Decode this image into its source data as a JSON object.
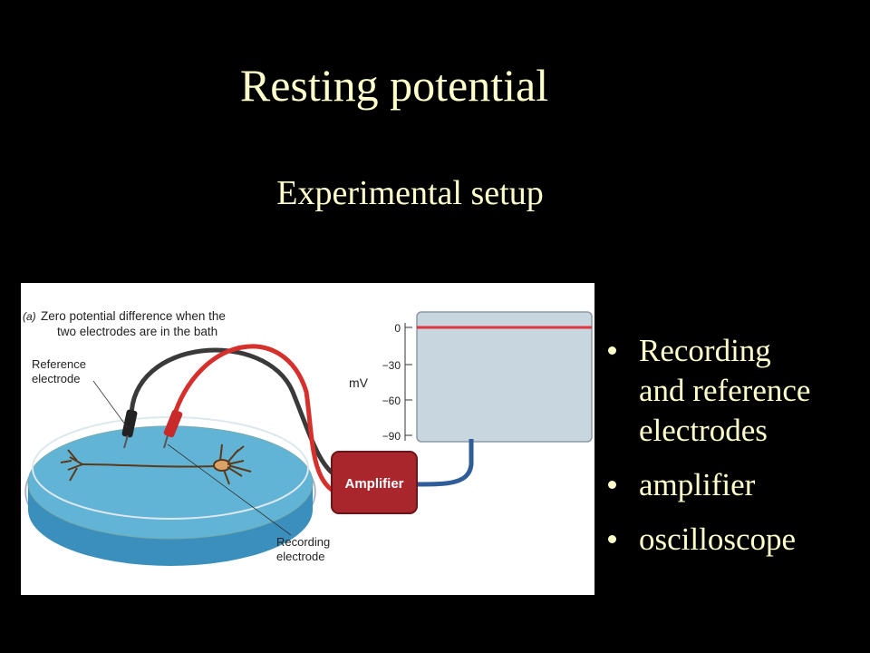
{
  "slide": {
    "title": "Resting potential",
    "subtitle": "Experimental setup"
  },
  "figure": {
    "panel_letter": "(a)",
    "caption_line1": "Zero potential difference when the",
    "caption_line2": "two electrodes are in the bath",
    "reference_label_line1": "Reference",
    "reference_label_line2": "electrode",
    "recording_label_line1": "Recording",
    "recording_label_line2": "electrode",
    "amplifier_label": "Amplifier",
    "axis_unit": "mV",
    "ticks": [
      "0",
      "−30",
      "−60",
      "−90"
    ],
    "trace_level_mv": 0,
    "colors": {
      "trace": "#e0333c",
      "screen": "#c8d6df",
      "amplifier": "#a8262c",
      "bath": "#5fb3d3"
    }
  },
  "bullets": [
    {
      "text": "Recording and reference electrodes",
      "line1": "Recording",
      "line2": "and reference",
      "line3": "electrodes"
    },
    {
      "text": "amplifier"
    },
    {
      "text": "oscilloscope"
    }
  ]
}
